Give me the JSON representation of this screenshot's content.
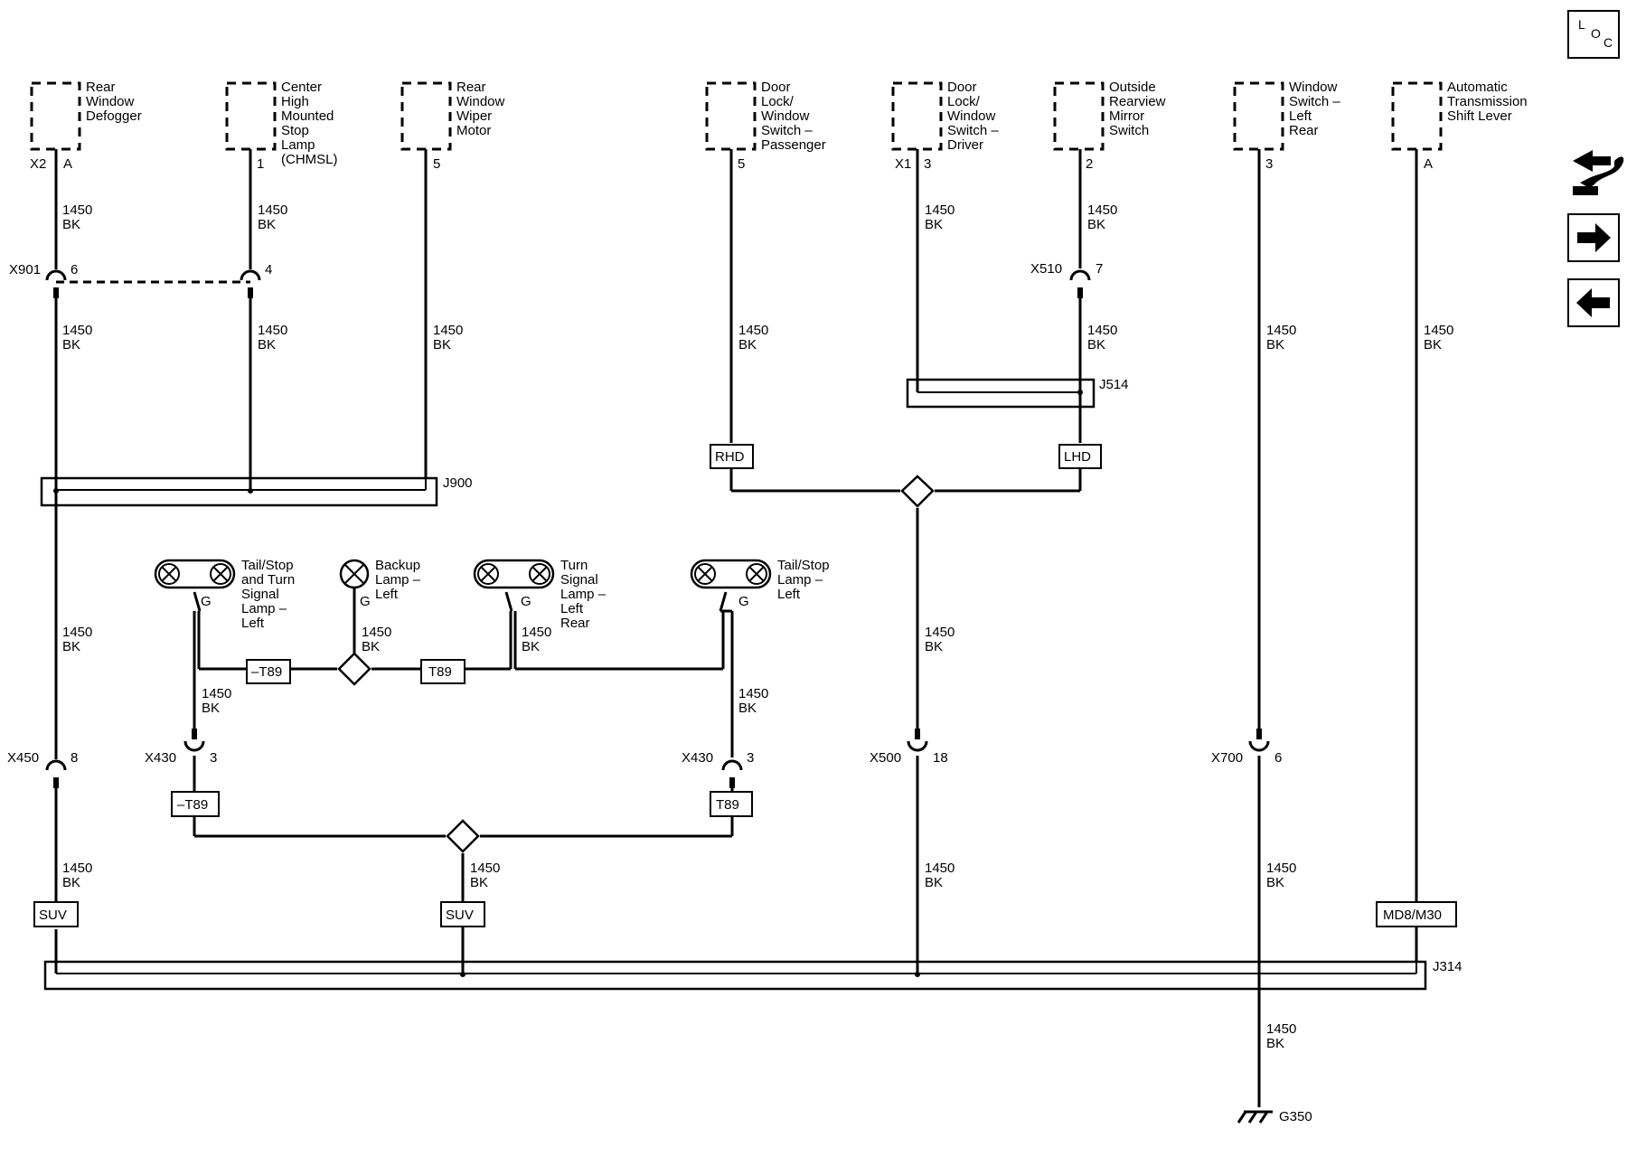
{
  "components": [
    {
      "id": "rear-window-defogger",
      "lines": [
        "Rear",
        "Window",
        "Defogger"
      ],
      "conn": "X2",
      "pin": "A"
    },
    {
      "id": "chmsl",
      "lines": [
        "Center",
        "High",
        "Mounted",
        "Stop",
        "Lamp",
        "(CHMSL)"
      ],
      "conn": "",
      "pin": "1"
    },
    {
      "id": "rear-window-wiper-motor",
      "lines": [
        "Rear",
        "Window",
        "Wiper",
        "Motor"
      ],
      "conn": "",
      "pin": "5"
    },
    {
      "id": "door-lock-window-switch-passenger",
      "lines": [
        "Door",
        "Lock/",
        "Window",
        "Switch –",
        "Passenger"
      ],
      "conn": "",
      "pin": "5"
    },
    {
      "id": "door-lock-window-switch-driver",
      "lines": [
        "Door",
        "Lock/",
        "Window",
        "Switch –",
        "Driver"
      ],
      "conn": "X1",
      "pin": "3"
    },
    {
      "id": "outside-rearview-mirror-switch",
      "lines": [
        "Outside",
        "Rearview",
        "Mirror",
        "Switch"
      ],
      "conn": "",
      "pin": "2"
    },
    {
      "id": "window-switch-left-rear",
      "lines": [
        "Window",
        "Switch –",
        "Left",
        "Rear"
      ],
      "conn": "",
      "pin": "3"
    },
    {
      "id": "automatic-transmission-shift-lever",
      "lines": [
        "Automatic",
        "Transmission",
        "Shift Lever"
      ],
      "conn": "",
      "pin": "A"
    }
  ],
  "lamps": [
    {
      "id": "tail-stop-turn-lamp-left",
      "lines": [
        "Tail/Stop",
        "and Turn",
        "Signal",
        "Lamp –",
        "Left"
      ],
      "pin": "G"
    },
    {
      "id": "backup-lamp-left",
      "lines": [
        "Backup",
        "Lamp –",
        "Left"
      ],
      "pin": "G"
    },
    {
      "id": "turn-signal-lamp-left-rear",
      "lines": [
        "Turn",
        "Signal",
        "Lamp –",
        "Left",
        "Rear"
      ],
      "pin": "G"
    },
    {
      "id": "tail-stop-lamp-left",
      "lines": [
        "Tail/Stop",
        "Lamp –",
        "Left"
      ],
      "pin": "G"
    }
  ],
  "wire": {
    "circuit": "1450",
    "color": "BK"
  },
  "inline_connectors": [
    {
      "id": "x901",
      "name": "X901",
      "pins": [
        "6",
        "4"
      ]
    },
    {
      "id": "x510",
      "name": "X510",
      "pins": [
        "7"
      ]
    },
    {
      "id": "x450",
      "name": "X450",
      "pins": [
        "8"
      ]
    },
    {
      "id": "x430-left",
      "name": "X430",
      "pins": [
        "3"
      ]
    },
    {
      "id": "x430-right",
      "name": "X430",
      "pins": [
        "3"
      ]
    },
    {
      "id": "x500",
      "name": "X500",
      "pins": [
        "18"
      ]
    },
    {
      "id": "x700",
      "name": "X700",
      "pins": [
        "6"
      ]
    }
  ],
  "splices": {
    "j900": "J900",
    "j514": "J514",
    "j314": "J314"
  },
  "option_boxes": {
    "rhd": "RHD",
    "lhd": "LHD",
    "neg_t89": "–T89",
    "t89": "T89",
    "suv": "SUV",
    "md8_m30": "MD8/M30"
  },
  "ground": {
    "name": "G350"
  },
  "nav": {
    "loc_l": "L",
    "loc_o": "O",
    "loc_c": "C",
    "icons": [
      "loc-icon",
      "swap-icon",
      "next-arrow-icon",
      "previous-arrow-icon"
    ]
  }
}
